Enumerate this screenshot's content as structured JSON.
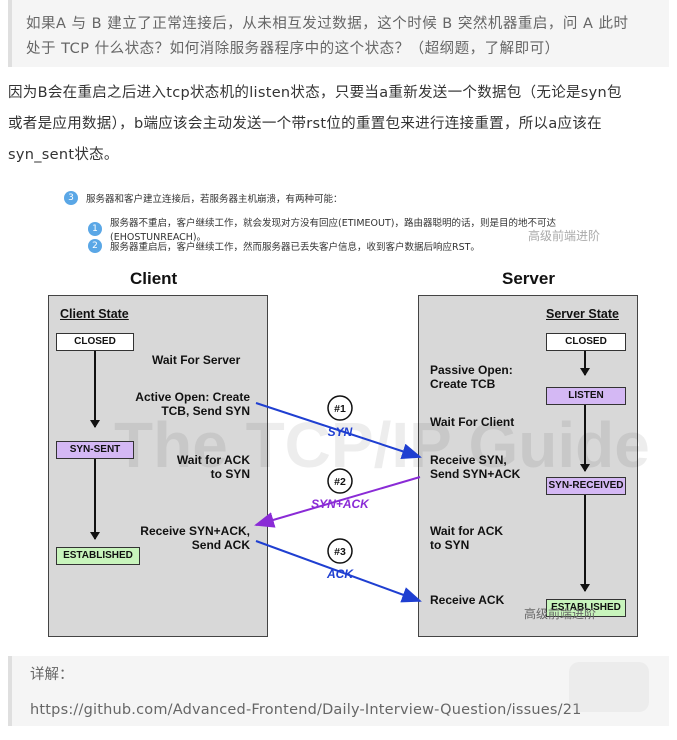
{
  "question": {
    "line1": "如果A 与 B 建立了正常连接后，从未相互发过数据，这个时候 B 突然机器重启，问 A 此时",
    "line2": "处于 TCP 什么状态？如何消除服务器程序中的这个状态？（超纲题，了解即可）"
  },
  "answer": {
    "line1": "因为B会在重启之后进入tcp状态机的listen状态，只要当a重新发送一个数据包（无论是syn包",
    "line2": "或者是应用数据），b端应该会主动发送一个带rst位的重置包来进行连接重置，所以a应该在",
    "line3": "syn_sent状态。"
  },
  "figure": {
    "note_header_num": "3",
    "note_header": "服务器和客户建立连接后，若服务器主机崩溃，有两种可能：",
    "note1_num": "1",
    "note1": "服务器不重启，客户继续工作，就会发现对方没有回应(ETIMEOUT)，路由器聪明的话，则是目的地不可达(EHOSTUNREACH)。",
    "note2_num": "2",
    "note2": "服务器重启后，客户继续工作，然而服务器已丢失客户信息，收到客户数据后响应RST。",
    "watermark": "高级前端进阶",
    "big_watermark": "The TCP/IP Guide",
    "client_title": "Client",
    "server_title": "Server",
    "client_state_head": "Client State",
    "server_state_head": "Server State",
    "client_states": [
      "CLOSED",
      "SYN-SENT",
      "ESTABLISHED"
    ],
    "server_states": [
      "CLOSED",
      "LISTEN",
      "SYN-RECEIVED",
      "ESTABLISHED"
    ],
    "client_labels": {
      "wait_server": "Wait For Server",
      "active_open_1": "Active Open: Create",
      "active_open_2": "TCB, Send SYN",
      "wait_ack_1": "Wait for ACK",
      "wait_ack_2": "to SYN",
      "receive_1": "Receive SYN+ACK,",
      "receive_2": "Send ACK"
    },
    "server_labels": {
      "passive_1": "Passive Open:",
      "passive_2": "Create TCB",
      "wait_client": "Wait For Client",
      "recv_syn_1": "Receive SYN,",
      "recv_syn_2": "Send SYN+ACK",
      "wait_ack_1": "Wait for ACK",
      "wait_ack_2": "to SYN",
      "recv_ack": "Receive ACK"
    },
    "messages": [
      {
        "num": "#1",
        "label": "SYN",
        "color": "#1f3fd1"
      },
      {
        "num": "#2",
        "label": "SYN+ACK",
        "color": "#8a2bd6"
      },
      {
        "num": "#3",
        "label": "ACK",
        "color": "#1f3fd1"
      }
    ]
  },
  "detail": {
    "label": "详解：",
    "url": "https://github.com/Advanced-Frontend/Daily-Interview-Question/issues/21"
  }
}
